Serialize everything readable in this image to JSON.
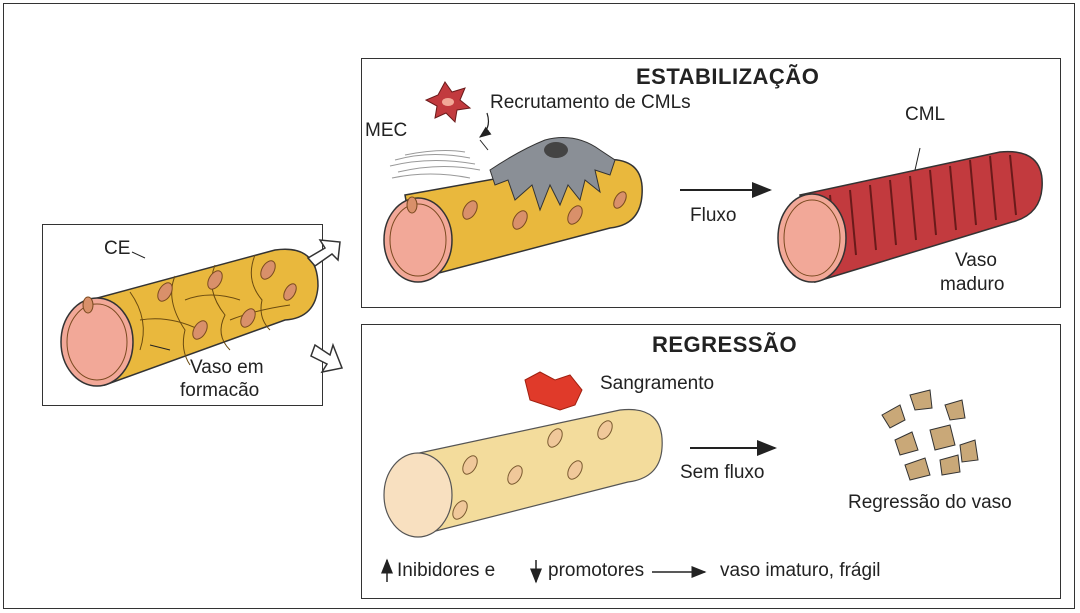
{
  "panels": {
    "left": {
      "label_ce": "CE",
      "label_vessel_line1": "Vaso em",
      "label_vessel_line2": "formacão"
    },
    "stabilization": {
      "title": "ESTABILIZAÇÃO",
      "label_recruitment": "Recrutamento de CMLs",
      "label_mec": "MEC",
      "label_cml": "CML",
      "label_flow": "Fluxo",
      "label_mature_line1": "Vaso",
      "label_mature_line2": "maduro"
    },
    "regression": {
      "title": "REGRESSÃO",
      "label_bleeding": "Sangramento",
      "label_no_flow": "Sem fluxo",
      "label_vessel_regression": "Regressão do vaso",
      "legend_inhibitors": "Inibidores e",
      "legend_promoters": "promotores",
      "legend_result": "vaso imaturo, frágil"
    }
  },
  "colors": {
    "forming_vessel": "#e9b83d",
    "vessel_lumen": "#f2a898",
    "smc_cell": "#c23a3e",
    "pericyte": "#8a8f96",
    "bleeding": "#e03a2a",
    "regressing_vessel": "#f3dc9c"
  }
}
